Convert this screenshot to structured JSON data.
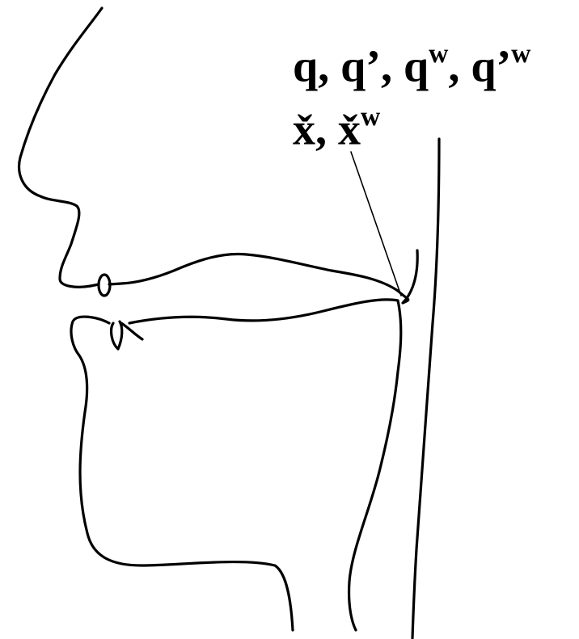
{
  "labels": {
    "line1": {
      "parts": [
        {
          "base": "q, q",
          "sup": ""
        },
        {
          "base": "’",
          "sup": ""
        },
        {
          "base": ", q",
          "sup": "w"
        },
        {
          "base": ", q",
          "sup": ""
        },
        {
          "base": "’",
          "sup": "w"
        }
      ],
      "text": "q, q’, qʷ, q’ʷ"
    },
    "line2": {
      "parts": [
        {
          "base": "x̌, x̌",
          "sup": "w"
        }
      ],
      "text": "x̌, x̌ʷ"
    }
  }
}
